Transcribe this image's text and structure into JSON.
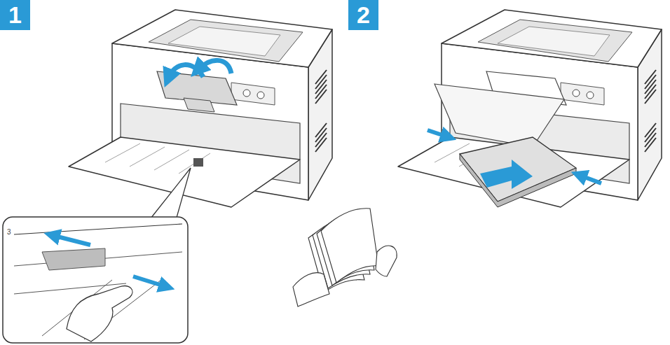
{
  "diagram": {
    "nodes": [
      {
        "text": [
          "1"
        ]
      },
      {
        "text": [
          "2"
        ]
      }
    ],
    "labels": [
      "3"
    ]
  }
}
